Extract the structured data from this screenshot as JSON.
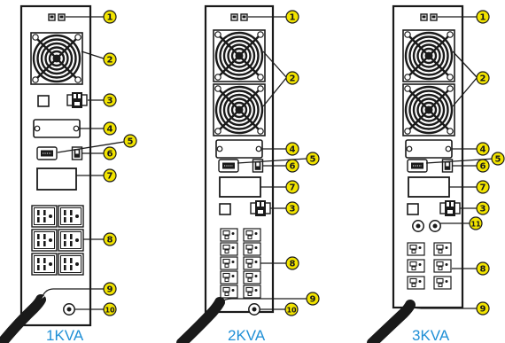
{
  "callout_numbers": {
    "n1": "1",
    "n2": "2",
    "n3": "3",
    "n4": "4",
    "n5": "5",
    "n6": "6",
    "n7": "7",
    "n8": "8",
    "n9": "9",
    "n10": "10",
    "n11": "11"
  },
  "models": [
    {
      "label": "1KVA"
    },
    {
      "label": "2KVA"
    },
    {
      "label": "3KVA"
    }
  ],
  "colors": {
    "badge_fill": "#f2e400",
    "model_label": "#1f8fd6",
    "line": "#1a1a1a"
  }
}
